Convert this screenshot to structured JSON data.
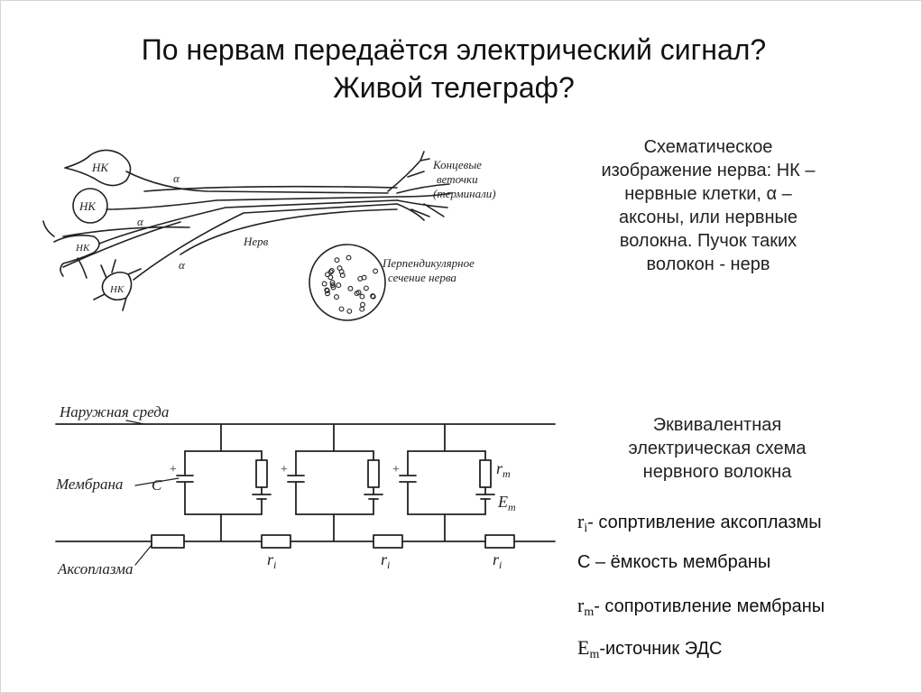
{
  "title": {
    "line1": "По нервам передаётся электрический сигнал?",
    "line2": "Живой телеграф?"
  },
  "nerve_figure": {
    "cell_label": "НК",
    "axon_label": "α",
    "terminals_label": [
      "Концевые",
      "веточки",
      "(терминали)"
    ],
    "nerve_label": "Нерв",
    "cross_section_label": [
      "Перпендикулярное",
      "сечение нерва"
    ]
  },
  "nerve_caption": [
    "Схематическое",
    "изображение нерва: НК –",
    "нервные клетки, α –",
    "аксоны, или нервные",
    "волокна. Пучок таких",
    "волокон - нерв"
  ],
  "circuit_figure": {
    "outer_label": "Наружная среда",
    "membrane_label": "Мембрана",
    "capacitor_label": "C",
    "rm_label": "r",
    "rm_sub": "m",
    "em_label": "E",
    "em_sub": "m",
    "axoplasm_label": "Аксоплазма",
    "ri_label": "r",
    "ri_sub": "i"
  },
  "circuit_caption": [
    "Эквивалентная",
    "электрическая схема",
    "нервного волокна"
  ],
  "legend": [
    {
      "sym": "r",
      "sub": "i",
      "text": "- сопртивление аксоплазмы"
    },
    {
      "sym": "",
      "sub": "",
      "text": "С – ёмкость мембраны"
    },
    {
      "sym": "r",
      "sub": "m",
      "text": "- сопротивление мембраны"
    },
    {
      "sym": "E",
      "sub": "m",
      "text": "-источник ЭДС"
    }
  ]
}
